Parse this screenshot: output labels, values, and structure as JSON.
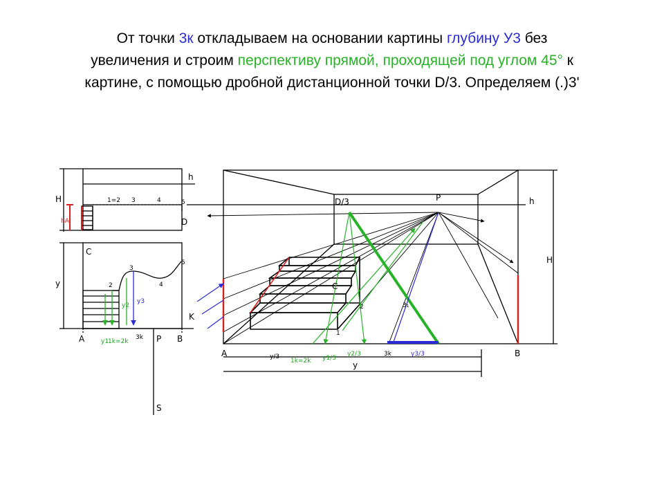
{
  "caption": {
    "l1_a": "От точки ",
    "l1_b": "3к",
    "l1_c": " откладываем на основании картины ",
    "l1_d": "глубину  У3",
    "l1_e": " без",
    "l2_a": "увеличения и строим ",
    "l2_b": "перспективу прямой, проходящей под углом 45°",
    "l2_c": " к",
    "l3": "картине, с помощью дробной дистанционной точки D/3. Определяем (.)3'"
  },
  "labels": {
    "h_small": "h",
    "H_small": "H",
    "pts_1_2": "1=2",
    "pt_3": "3",
    "pt_4": "4",
    "pt_5": "5",
    "D": "D",
    "C": "C",
    "y": "y",
    "pt_2": "2",
    "pt_3b": "3",
    "pt_4b": "4",
    "pt_5b": "5",
    "K": "K",
    "A": "A",
    "P": "P",
    "B": "B",
    "S": "S",
    "y1": "y1",
    "y2": "y2",
    "y3": "y3",
    "one_k": "1k=2k",
    "three_k": "3k",
    "hA": "hA",
    "D3": "D/3",
    "P_big": "P",
    "h_big": "h",
    "H_big": "H",
    "C_big": "C",
    "one_big": "1",
    "two_big": "2",
    "three_prime": "3₁",
    "A_big": "A",
    "B_big": "B",
    "y_over_3": "y/3",
    "one_k_big": "1k=2k",
    "y1_3": "y1/3",
    "y2_3": "y2/3",
    "three_k_big": "3k",
    "y3_3": "y3/3",
    "y_big": "y"
  },
  "colors": {
    "line": "#000000",
    "green": "#27b227",
    "blue": "#2b2bd6",
    "red": "#d92020"
  }
}
